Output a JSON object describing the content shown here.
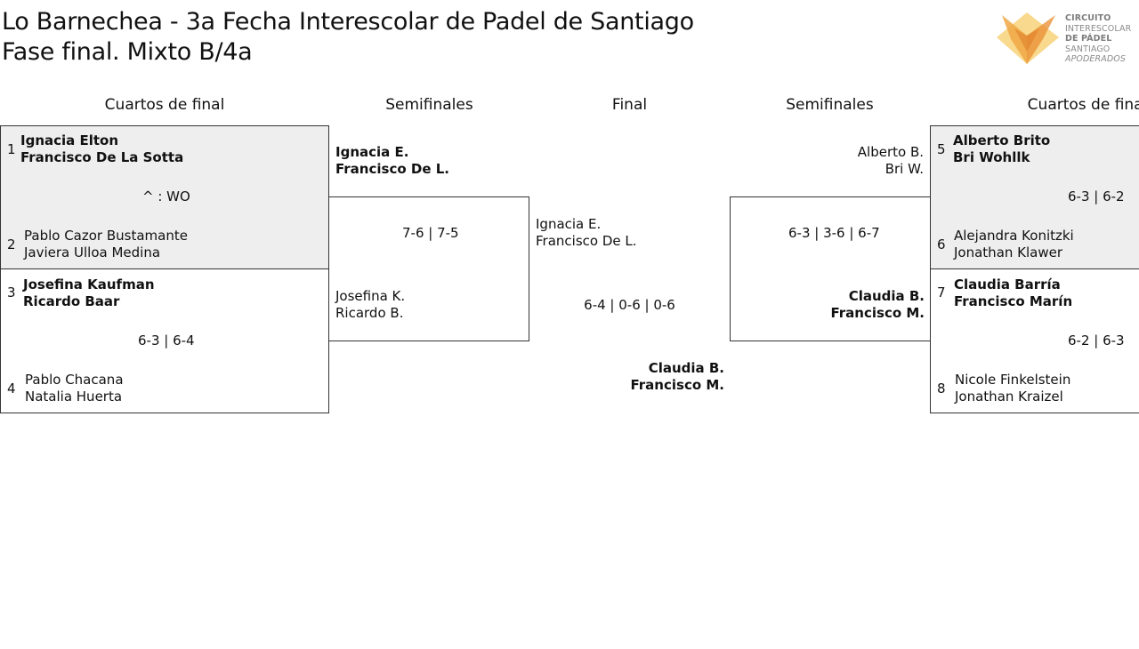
{
  "title": {
    "line1": "Lo Barnechea - 3a Fecha Interescolar de Padel de Santiago",
    "line2": "Fase final. Mixto B/4a"
  },
  "logo": {
    "line1": "CIRCUITO",
    "line2": "INTERESCOLAR",
    "line3": "DE PÁDEL",
    "line4": "SANTIAGO",
    "line5": "APODERADOS",
    "colors": [
      "#f5b93f",
      "#e98c2f",
      "#f7d27a"
    ]
  },
  "columns": {
    "qf_left": "Cuartos de final",
    "sf_left": "Semifinales",
    "final": "Final",
    "sf_right": "Semifinales",
    "qf_right": "Cuartos de final"
  },
  "qf_left": [
    {
      "seed_a": "1",
      "a1": "Ignacia Elton",
      "a2": "Francisco De La Sotta",
      "score": "^ : WO",
      "seed_b": "2",
      "b1": "Pablo Cazor Bustamante",
      "b2": "Javiera Ulloa Medina"
    },
    {
      "seed_a": "3",
      "a1": "Josefina Kaufman",
      "a2": "Ricardo Baar",
      "score": "6-3 | 6-4",
      "seed_b": "4",
      "b1": "Pablo Chacana",
      "b2": "Natalia Huerta"
    }
  ],
  "qf_right": [
    {
      "seed_a": "5",
      "a1": "Alberto Brito",
      "a2": "Bri Wohllk",
      "score": "6-3 | 6-2",
      "seed_b": "6",
      "b1": "Alejandra Konitzki",
      "b2": "Jonathan Klawer"
    },
    {
      "seed_a": "7",
      "a1": "Claudia Barría",
      "a2": "Francisco Marín",
      "score": "6-2 | 6-3",
      "seed_b": "8",
      "b1": "Nicole Finkelstein",
      "b2": "Jonathan Kraizel"
    }
  ],
  "sf_left": {
    "a1": "Ignacia E.",
    "a2": "Francisco De L.",
    "score": "7-6 | 7-5",
    "b1": "Josefina K.",
    "b2": "Ricardo B."
  },
  "sf_right": {
    "a1": "Alberto B.",
    "a2": "Bri W.",
    "score": "6-3 | 3-6 | 6-7",
    "b1": "Claudia B.",
    "b2": "Francisco M."
  },
  "final": {
    "a1": "Ignacia E.",
    "a2": "Francisco De L.",
    "score": "6-4 | 0-6 | 0-6",
    "b1": "Claudia B.",
    "b2": "Francisco M."
  }
}
